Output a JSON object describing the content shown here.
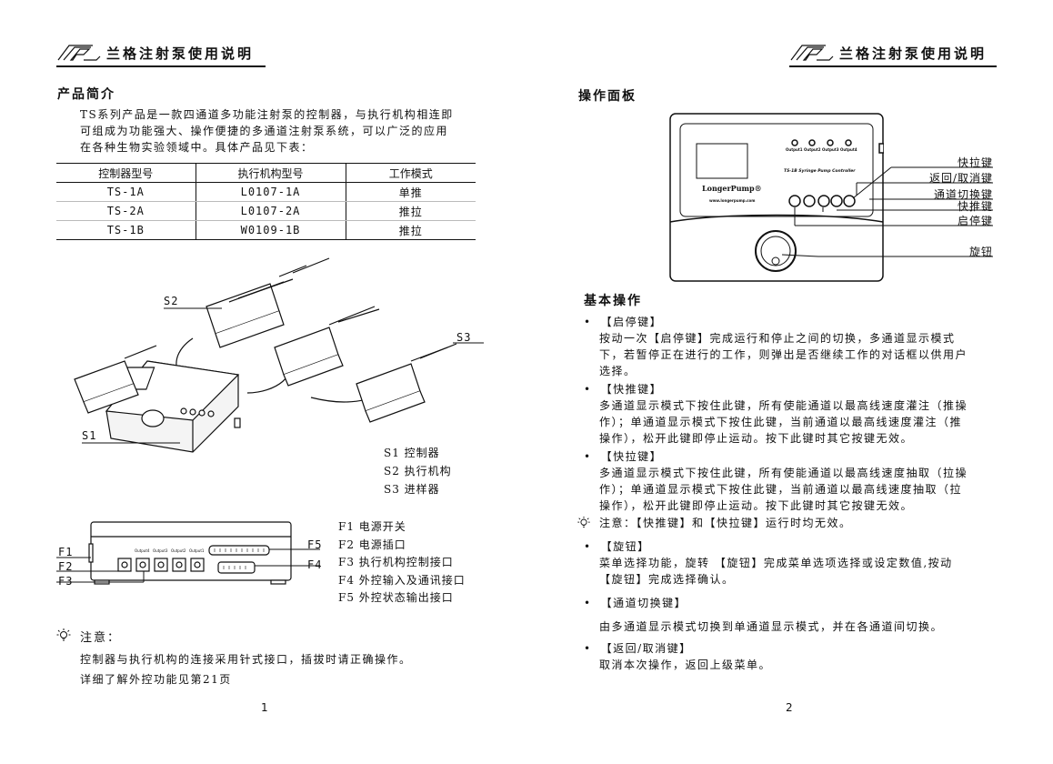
{
  "header": {
    "title_left": "兰格注射泵使用说明",
    "title_right": "兰格注射泵使用说明"
  },
  "left": {
    "intro_title": "产品简介",
    "intro_lines": [
      "TS系列产品是一款四通道多功能注射泵的控制器，与执行机构相连即",
      "可组成为功能强大、操作便捷的多通道注射泵系统，可以广泛的应用",
      "在各种生物实验领域中。具体产品见下表："
    ],
    "table": {
      "headers": [
        "控制器型号",
        "执行机构型号",
        "工作模式"
      ],
      "rows": [
        [
          "TS-1A",
          "L0107-1A",
          "单推"
        ],
        [
          "TS-2A",
          "L0107-2A",
          "推拉"
        ],
        [
          "TS-1B",
          "W0109-1B",
          "推拉"
        ]
      ]
    },
    "figure_labels": {
      "s1": "S1",
      "s2": "S2",
      "s3": "S3"
    },
    "legend_s": [
      "S1 控制器",
      "S2 执行机构",
      "S3 进样器"
    ],
    "rear_labels": {
      "f1": "F1",
      "f2": "F2",
      "f3": "F3",
      "f4": "F4",
      "f5": "F5"
    },
    "rear_ports": [
      "Output4",
      "Output3",
      "Output2",
      "Output1"
    ],
    "legend_f": [
      "F1 电源开关",
      "F2 电源插口",
      "F3 执行机构控制接口",
      "F4 外控输入及通讯接口",
      "F5 外控状态输出接口"
    ],
    "note_title": "注意：",
    "note_lines": [
      "控制器与执行机构的连接采用针式接口，插拔时请正确操作。",
      "详细了解外控功能见第21页"
    ],
    "page_number": "1"
  },
  "right": {
    "panel_title": "操作面板",
    "panel": {
      "brand": "LongerPump®",
      "model": "TS-1B Syringe Pump Controller",
      "website": "www.longerpump.com",
      "outputs": [
        "Output1",
        "Output2",
        "Output3",
        "Output4"
      ]
    },
    "panel_labels": [
      "快拉键",
      "返回/取消键",
      "通道切换键",
      "快推键",
      "启停键",
      "旋钮"
    ],
    "basic_title": "基本操作",
    "sections": [
      {
        "title": "【启停键】",
        "lines": [
          "按动一次【启停键】完成运行和停止之间的切换，多通道显示模式",
          "下，若暂停正在进行的工作，则弹出是否继续工作的对话框以供用户",
          "选择。"
        ]
      },
      {
        "title": "【快推键】",
        "lines": [
          "多通道显示模式下按住此键，所有使能通道以最高线速度灌注（推操",
          "作）；单通道显示模式下按住此键，当前通道以最高线速度灌注（推",
          "操作），松开此键即停止运动。按下此键时其它按键无效。"
        ]
      },
      {
        "title": "【快拉键】",
        "lines": [
          "多通道显示模式下按住此键，所有使能通道以最高线速度抽取（拉操",
          "作）；单通道显示模式下按住此键，当前通道以最高线速度抽取（拉",
          "操作），松开此键即停止运动。按下此键时其它按键无效。"
        ]
      }
    ],
    "note": "注意：【快推键】和【快拉键】运行时均无效。",
    "sections2": [
      {
        "title": "【旋钮】",
        "lines": [
          "菜单选择功能，旋转 【旋钮】完成菜单选项选择或设定数值,按动",
          "【旋钮】完成选择确认。"
        ]
      },
      {
        "title": "【通道切换键】",
        "lines": [
          "由多通道显示模式切换到单通道显示模式，并在各通道间切换。"
        ]
      },
      {
        "title": "【返回/取消键】",
        "lines": [
          "取消本次操作，返回上级菜单。"
        ]
      }
    ],
    "page_number": "2"
  }
}
